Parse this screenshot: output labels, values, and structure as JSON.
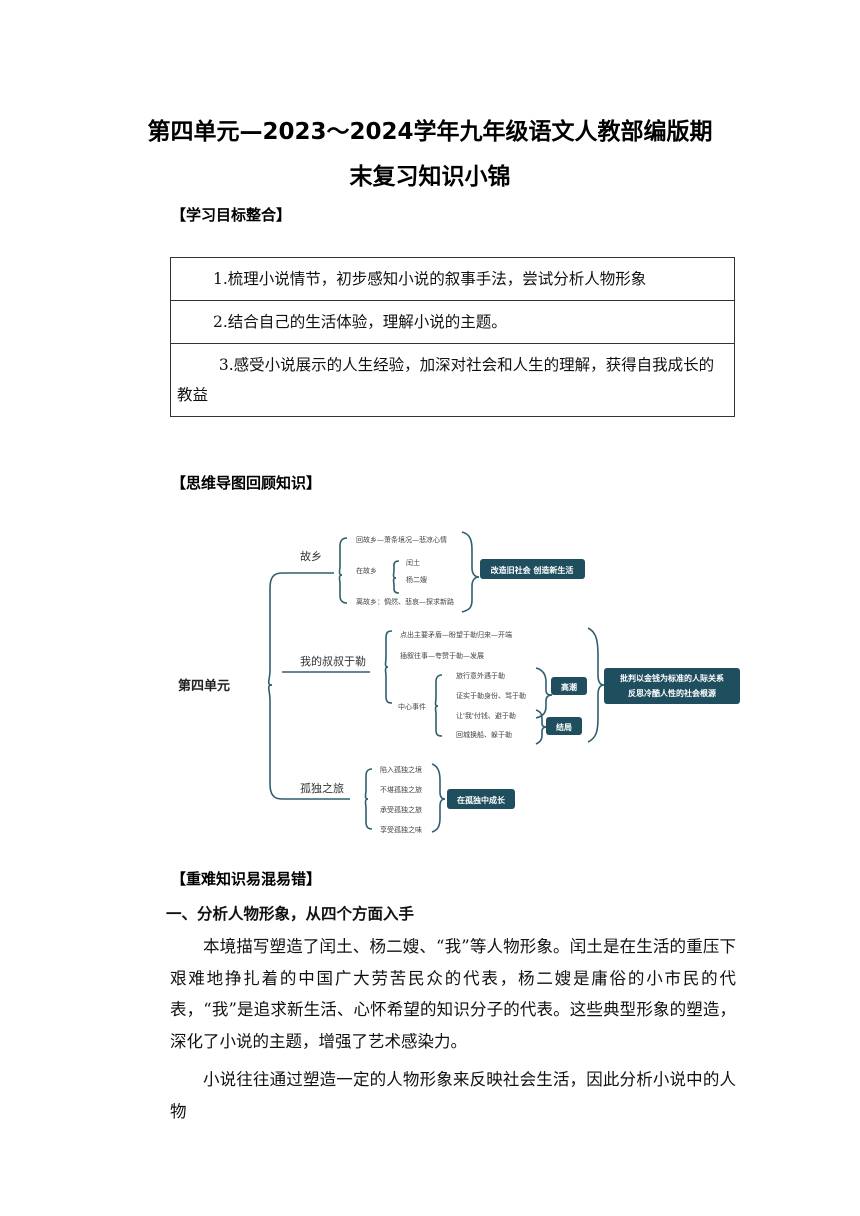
{
  "doc": {
    "title_line1": "第四单元—2023～2024学年九年级语文人教部编版期",
    "title_line2": "末复习知识小锦",
    "section_goals": "【学习目标整合】",
    "goals": [
      "1.梳理小说情节，初步感知小说的叙事手法，尝试分析人物形象",
      "2.结合自己的生活体验，理解小说的主题。",
      "3.感受小说展示的人生经验，加深对社会和人生的理解，获得自我成长的教益"
    ],
    "section_mindmap": "【思维导图回顾知识】",
    "section_key": "【重难知识易混易错】",
    "subheading": "一、分析人物形象，从四个方面入手",
    "para1": "本境描写塑造了闰土、杨二嫂、“我”等人物形象。闰土是在生活的重压下艰难地挣扎着的中国广大劳苦民众的代表，杨二嫂是庸俗的小市民的代表，“我”是追求新生活、心怀希望的知识分子的代表。这些典型形象的塑造，深化了小说的主题，增强了艺术感染力。",
    "para2": "小说往往通过塑造一定的人物形象来反映社会生活，因此分析小说中的人物"
  },
  "mindmap": {
    "root": "第四单元",
    "colors": {
      "accent": "#1f4e5f",
      "line": "#2f5f6f"
    },
    "b1": {
      "label": "故乡",
      "items": [
        "回故乡—萧条境况—悲凉心情",
        "在故乡",
        "离故乡：惆然、悲哀—探求新路"
      ],
      "sub": [
        "闰土",
        "杨二嫂"
      ],
      "theme": "改造旧社会 创造新生活"
    },
    "b2": {
      "label": "我的叔叔于勒",
      "items": [
        "点出主要矛盾—盼望于勒归来—开端",
        "插叙往事—夸赞于勒—发展",
        "中心事件"
      ],
      "events": [
        "旅行意外遇于勒",
        "证实于勒身份、骂于勒",
        "让'我'付钱、避于勒",
        "回城换船、躲于勒"
      ],
      "climax": "高潮",
      "ending": "结局",
      "theme_line1": "批判以金钱为标准的人际关系",
      "theme_line2": "反思冷酷人性的社会根源"
    },
    "b3": {
      "label": "孤独之旅",
      "items": [
        "陷入孤独之境",
        "不堪孤独之旅",
        "承受孤独之旅",
        "享受孤独之味"
      ],
      "theme": "在孤独中成长"
    }
  }
}
